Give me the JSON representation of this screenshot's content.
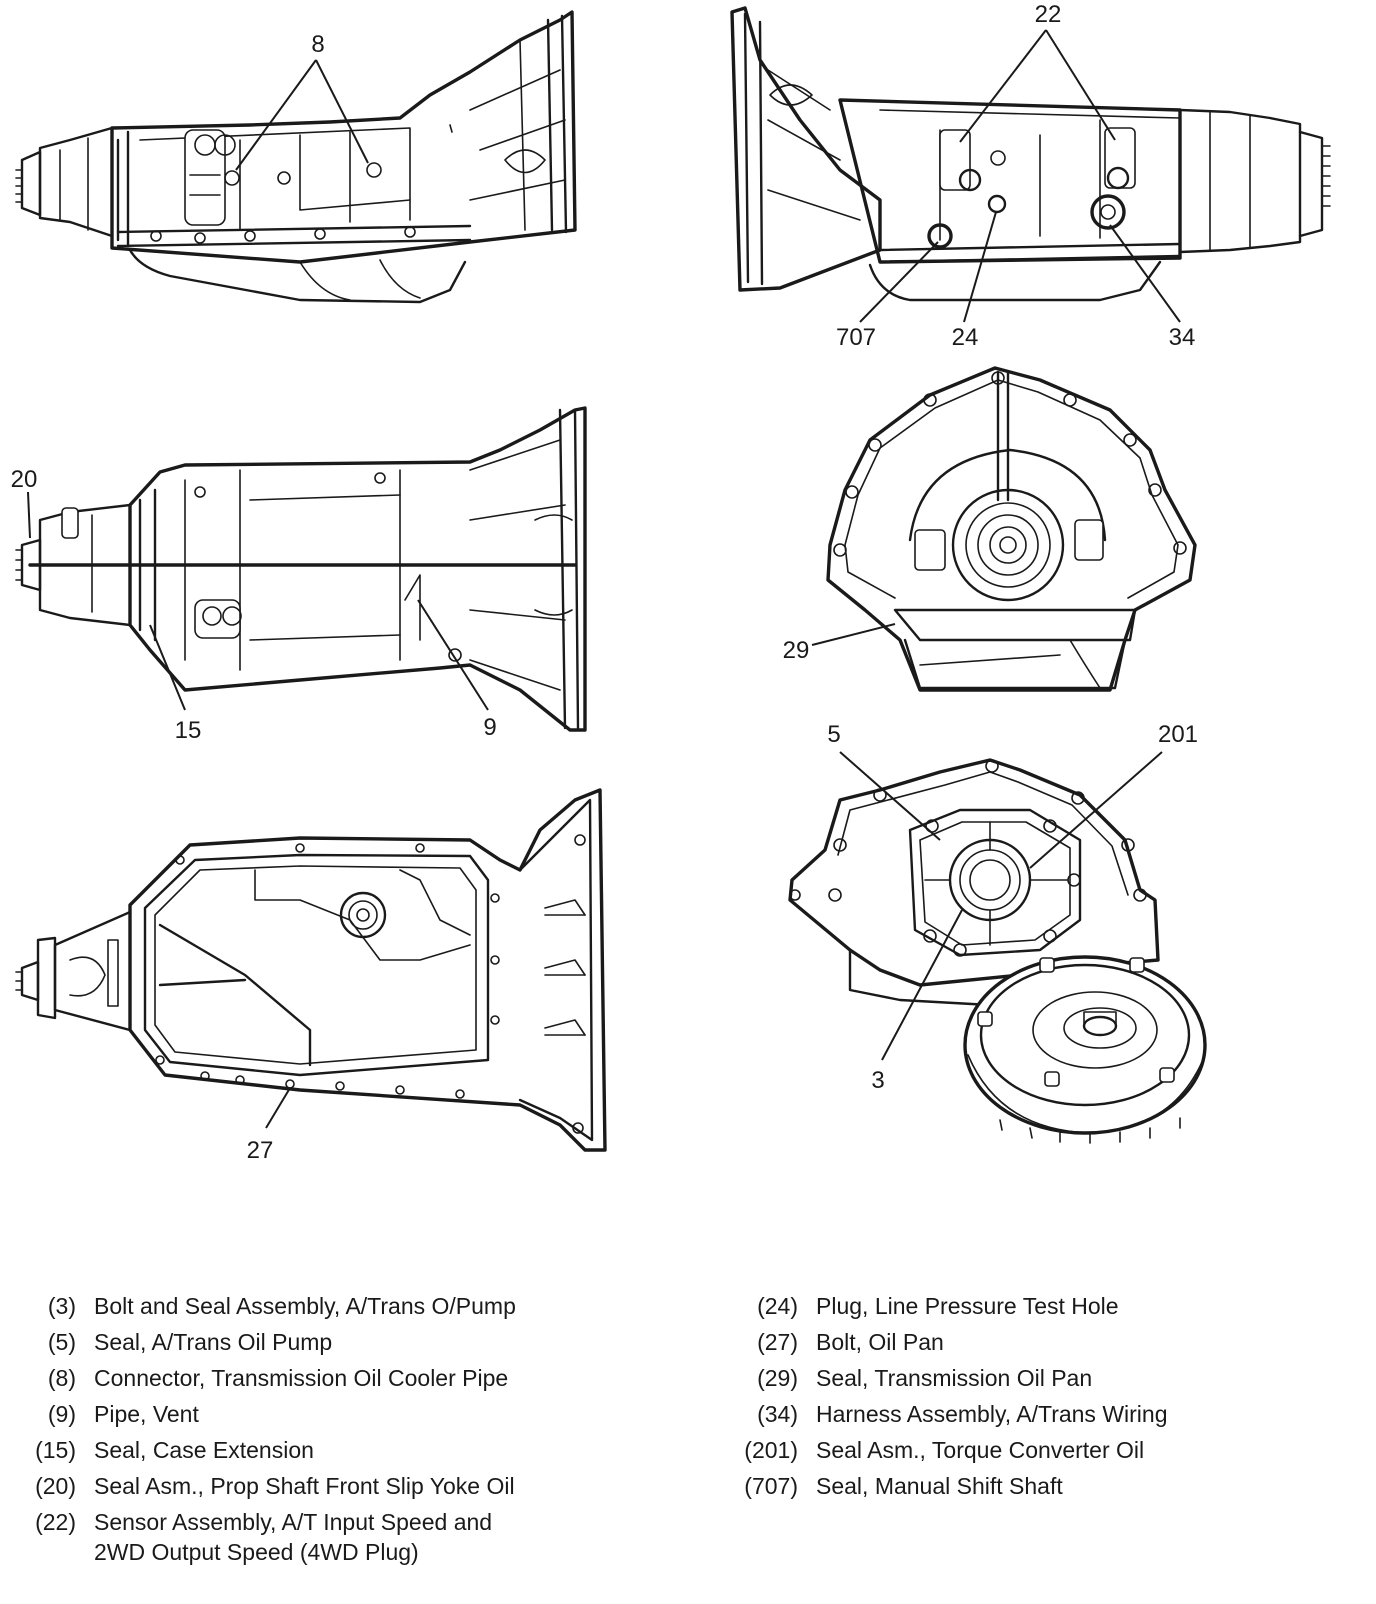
{
  "callouts": {
    "c8": "8",
    "c22": "22",
    "c707": "707",
    "c24": "24",
    "c34": "34",
    "c20": "20",
    "c15": "15",
    "c9": "9",
    "c29": "29",
    "c5": "5",
    "c201": "201",
    "c3": "3",
    "c27": "27"
  },
  "legend_left": [
    {
      "num": "(3)",
      "text": "Bolt and Seal Assembly, A/Trans O/Pump"
    },
    {
      "num": "(5)",
      "text": "Seal, A/Trans Oil Pump"
    },
    {
      "num": "(8)",
      "text": "Connector, Transmission Oil Cooler Pipe"
    },
    {
      "num": "(9)",
      "text": "Pipe, Vent"
    },
    {
      "num": "(15)",
      "text": "Seal, Case Extension"
    },
    {
      "num": "(20)",
      "text": "Seal Asm., Prop Shaft Front Slip Yoke Oil"
    },
    {
      "num": "(22)",
      "text": "Sensor Assembly, A/T Input Speed and",
      "text2": "2WD Output Speed (4WD Plug)"
    }
  ],
  "legend_right": [
    {
      "num": "(24)",
      "text": "Plug, Line Pressure Test Hole"
    },
    {
      "num": "(27)",
      "text": "Bolt, Oil Pan"
    },
    {
      "num": "(29)",
      "text": "Seal, Transmission Oil Pan"
    },
    {
      "num": "(34)",
      "text": "Harness Assembly, A/Trans Wiring"
    },
    {
      "num": "(201)",
      "text": "Seal Asm., Torque Converter Oil"
    },
    {
      "num": "(707)",
      "text": "Seal, Manual Shift Shaft"
    }
  ]
}
